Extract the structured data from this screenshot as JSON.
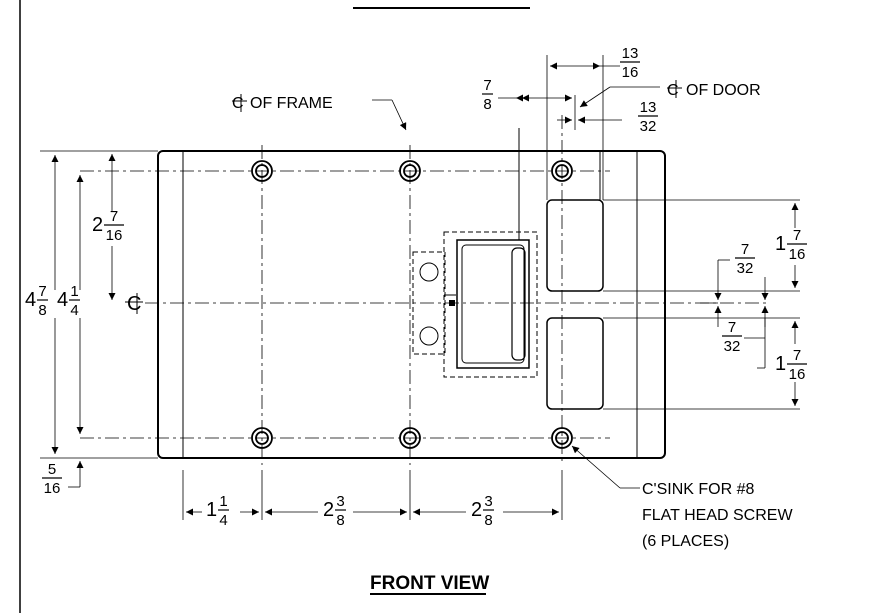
{
  "view_title": "FRONT VIEW",
  "labels": {
    "cl_frame": "OF FRAME",
    "cl_door": "OF DOOR",
    "cl_symbol": "C",
    "screw_note": [
      "C'SINK FOR #8",
      "FLAT HEAD SCREW",
      "(6 PLACES)"
    ]
  },
  "dimensions": {
    "overall_height": {
      "whole": "4",
      "num": "7",
      "den": "8"
    },
    "hole_spacing_v": {
      "whole": "4",
      "num": "1",
      "den": "4"
    },
    "top_to_center": {
      "whole": "2",
      "num": "7",
      "den": "16"
    },
    "bottom_margin": {
      "num": "5",
      "den": "16"
    },
    "hole_left": {
      "whole": "1",
      "num": "1",
      "den": "4"
    },
    "hole_gap_1": {
      "whole": "2",
      "num": "3",
      "den": "8"
    },
    "hole_gap_2": {
      "whole": "2",
      "num": "3",
      "den": "8"
    },
    "latch_offset": {
      "num": "7",
      "den": "8"
    },
    "door_width": {
      "num": "13",
      "den": "16"
    },
    "door_half": {
      "num": "13",
      "den": "32"
    },
    "pad_top_gap": {
      "num": "7",
      "den": "32"
    },
    "pad_bottom_gap": {
      "num": "7",
      "den": "32"
    },
    "pad_top_height": {
      "whole": "1",
      "num": "7",
      "den": "16"
    },
    "pad_bottom_height": {
      "whole": "1",
      "num": "7",
      "den": "16"
    }
  }
}
